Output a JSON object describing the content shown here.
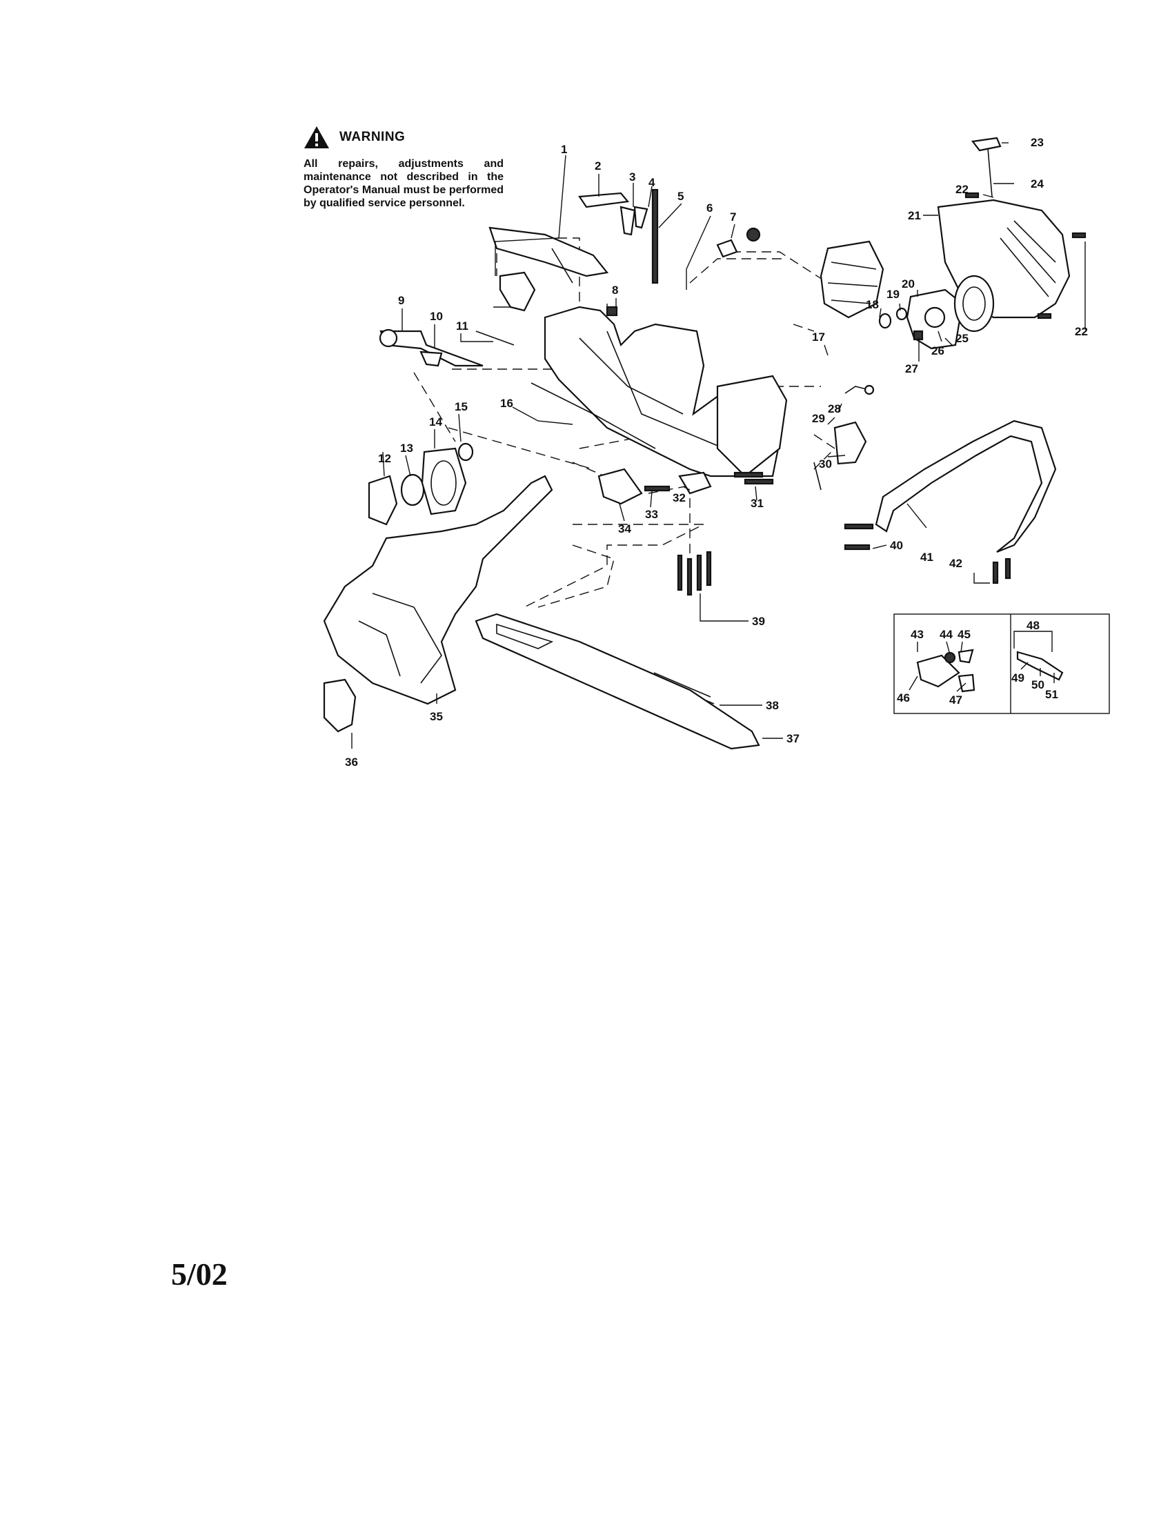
{
  "warning": {
    "title": "WARNING",
    "icon": "warning-triangle-icon",
    "text": "All repairs, adjustments and maintenance not described in the Operator's Manual must be performed by qualified service personnel."
  },
  "callouts": [
    "1",
    "2",
    "3",
    "4",
    "5",
    "6",
    "7",
    "8",
    "9",
    "10",
    "11",
    "12",
    "13",
    "14",
    "15",
    "16",
    "17",
    "18",
    "19",
    "20",
    "21",
    "22",
    "22",
    "23",
    "24",
    "25",
    "26",
    "27",
    "28",
    "29",
    "30",
    "31",
    "32",
    "33",
    "34",
    "35",
    "36",
    "37",
    "38",
    "39",
    "40",
    "41",
    "42",
    "43",
    "44",
    "45",
    "46",
    "47",
    "48",
    "49",
    "50",
    "51"
  ],
  "footer": {
    "date": "5/02"
  }
}
